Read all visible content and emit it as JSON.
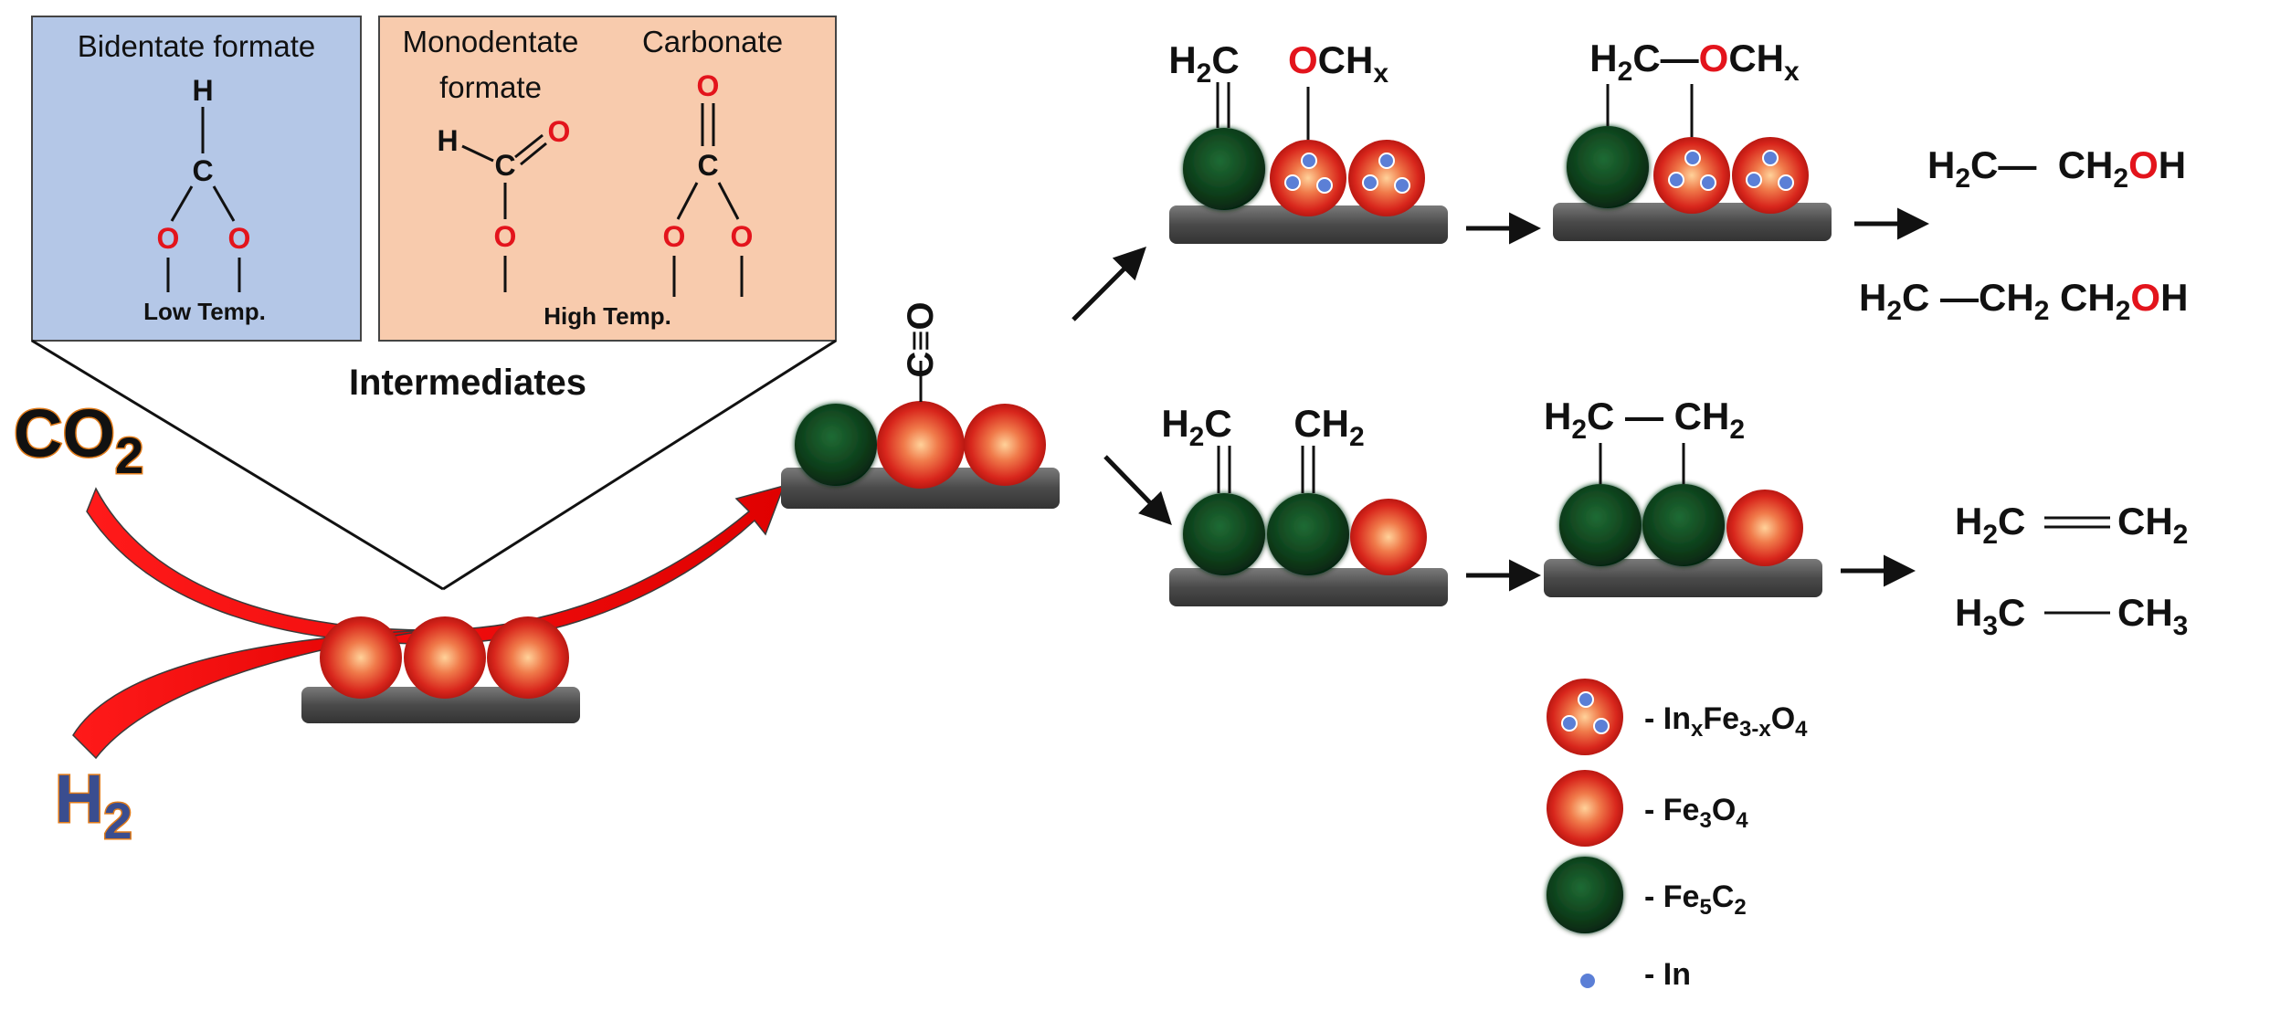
{
  "intermediates": {
    "title": "Intermediates",
    "bidentate": {
      "title": "Bidentate formate",
      "condition": "Low Temp."
    },
    "monodentate": {
      "title_line1": "Monodentate",
      "title_line2": "formate"
    },
    "carbonate": {
      "title": "Carbonate",
      "condition": "High Temp."
    }
  },
  "reactants": {
    "co2": "CO2",
    "h2": "H2"
  },
  "surface": {
    "co_label": "C≡O"
  },
  "upper_path": {
    "step1_left": "H2C",
    "step1_right": "OCHx",
    "step2": "H2C—OCHx",
    "product1": "H2C— CH2OH",
    "product2": "H2C —CH2 CH2OH"
  },
  "lower_path": {
    "step1_left": "H2C",
    "step1_right": "CH2",
    "step2": "H2C—CH2",
    "product1": "H2C═CH2",
    "product2": "H3C—CH3"
  },
  "legend": [
    {
      "key": "InxFe3-xO4",
      "label": "- InxFe3-xO4",
      "icon": "red-sphere-with-in-dots-icon"
    },
    {
      "key": "Fe3O4",
      "label": "- Fe3O4",
      "icon": "red-sphere-icon"
    },
    {
      "key": "Fe5C2",
      "label": "- Fe5C2",
      "icon": "green-sphere-icon"
    },
    {
      "key": "In",
      "label": "- In",
      "icon": "blue-dot-icon"
    }
  ],
  "colors": {
    "bidentate_box": "#b4c7e7",
    "carbonate_box": "#f8cbad",
    "oxygen": "#e3141c",
    "fe3o4": "#d42a20",
    "fe5c2": "#0d3d1a",
    "indium": "#5b7fd6",
    "support": "#555555",
    "h2_text": "#3a4d8f",
    "co2_outline": "#e07b1a"
  }
}
